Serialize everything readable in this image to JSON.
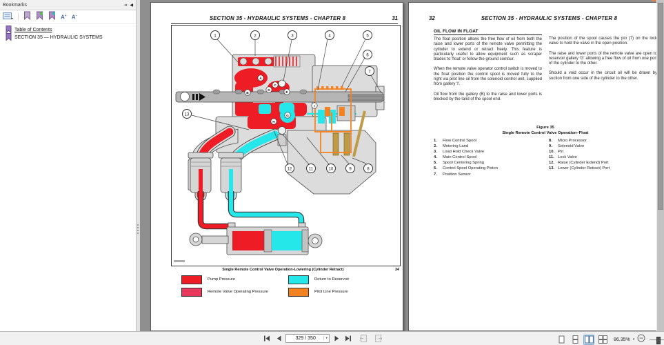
{
  "bookmarks": {
    "title": "Bookmarks",
    "toolbar": {
      "options_icon": "options-list",
      "expand_icon": "bookmark-expand",
      "new_icon": "bookmark-new",
      "delete_icon": "bookmark-delete",
      "text_larger": "A+",
      "text_smaller": "A-"
    },
    "dock_icon": "⇥",
    "collapse_icon": "◀",
    "items": [
      {
        "label": "Table of Contents"
      },
      {
        "label": "SECTION 35 — HYDRAULIC SYSTEMS"
      }
    ]
  },
  "left_page": {
    "header": "SECTION 35 - HYDRAULIC SYSTEMS - CHAPTER 8",
    "page_number": "31",
    "figure_caption": "Single Remote Control Valve Operation-Lowering (Cylinder Retract)",
    "figure_page_ref": "34",
    "legend": [
      {
        "label": "Pump Pressure",
        "color": "#ee1c25"
      },
      {
        "label": "Return to Reservoir",
        "color": "#25e6e9"
      },
      {
        "label": "Remote Valve Operating Pressure",
        "color": "#e8395c"
      },
      {
        "label": "Pilot Line Pressure",
        "color": "#f58220"
      }
    ],
    "diagram": {
      "callouts": [
        "1",
        "2",
        "3",
        "4",
        "5",
        "6",
        "7",
        "8",
        "9",
        "10",
        "11",
        "12",
        "13"
      ],
      "galleries": [
        "A",
        "B",
        "C",
        "D",
        "E",
        "G",
        "H",
        "I"
      ],
      "colors": {
        "pump": "#ee1c25",
        "return": "#25e6e9",
        "pilot": "#f58220",
        "body": "#dcdcdc"
      }
    }
  },
  "right_page": {
    "page_number": "32",
    "header": "SECTION 35 - HYDRAULIC SYSTEMS - CHAPTER 8",
    "heading": "OIL FLOW IN FLOAT",
    "col1": [
      "The float position allows the free flow of oil from both the raise and lower ports of the remote valve permitting the cylinder to extend or retract freely. This feature is particularly useful to allow equipment such as scraper blades to 'float' or follow the ground contour.",
      "When the remote valve operator control switch is moved to the float position the control spool is moved fully to the right via pilot line oil from the solenoid control unit, supplied from gallery 'I'.",
      "Oil flow from the gallery (B) to the raise and lower ports is blocked by the land of the spool end."
    ],
    "col2": [
      "The position of the spool causes the pin (7) on the lock valve to hold the valve in the open position.",
      "The raise and lower ports of the remote valve are open to reservoir gallery 'G' allowing a free flow of oil from one port of the cylinder to the other.",
      "Should a void occur in the circuit oil will be drawn by suction from one side of the cylinder to the other."
    ],
    "figure_label": "Figure 35",
    "figure_title": "Single Remote Control Valve Operation–Float",
    "key_left": [
      {
        "num": "1.",
        "label": "Flow Control Spool"
      },
      {
        "num": "2.",
        "label": "Metering Land"
      },
      {
        "num": "3.",
        "label": "Load Hold Check Valve"
      },
      {
        "num": "4.",
        "label": "Main Control Spool"
      },
      {
        "num": "5.",
        "label": "Spool Centering Spring"
      },
      {
        "num": "6.",
        "label": "Control Spool Operating Piston"
      },
      {
        "num": "7.",
        "label": "Position Sensor"
      }
    ],
    "key_right": [
      {
        "num": "8.",
        "label": "Micro Processor"
      },
      {
        "num": "9.",
        "label": "Solenoid Valve"
      },
      {
        "num": "10.",
        "label": "Pin"
      },
      {
        "num": "11.",
        "label": "Lock Valve"
      },
      {
        "num": "12.",
        "label": "Raise (Cylinder Extend) Port"
      },
      {
        "num": "13.",
        "label": "Lower (Cylinder Retract) Port"
      }
    ]
  },
  "statusbar": {
    "page_field": "329 / 350",
    "zoom_value": "86.35%"
  }
}
